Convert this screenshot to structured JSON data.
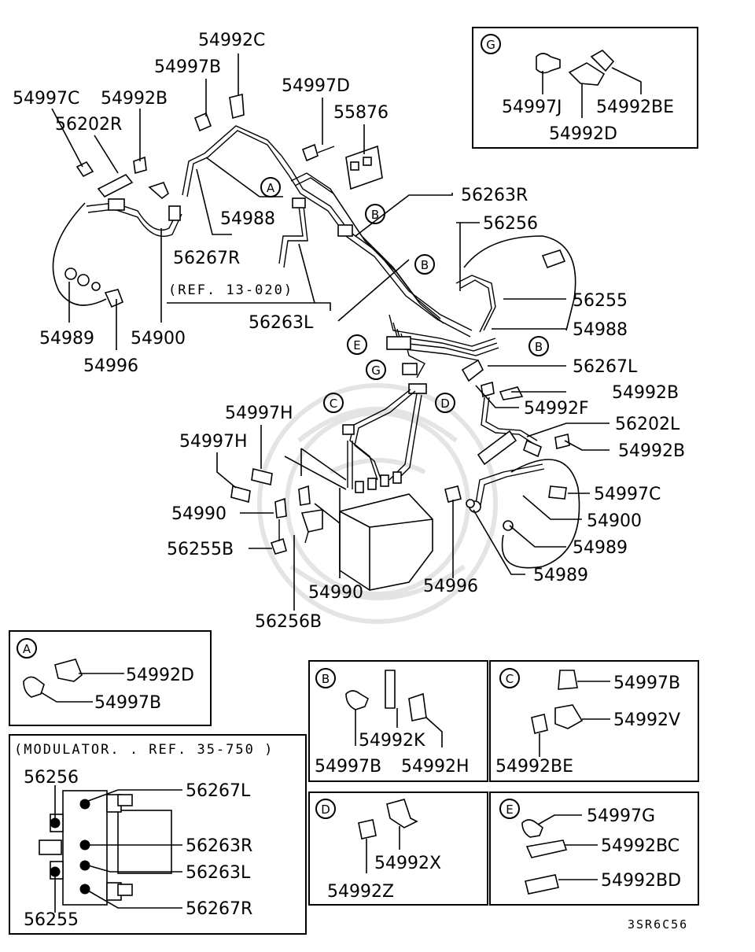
{
  "main_labels": [
    "54992C",
    "54997B",
    "54997C",
    "54992B",
    "56202R",
    "54997D",
    "55876",
    "56263R",
    "56256",
    "54988",
    "56267R",
    "54989",
    "54900",
    "54996",
    "56263L",
    "56255",
    "54988",
    "56267L",
    "54992B",
    "54992F",
    "56202L",
    "54992B",
    "54997C",
    "54900",
    "54989",
    "54997H",
    "54997H",
    "54990",
    "56255B",
    "54990",
    "56256B",
    "54996",
    "54989"
  ],
  "circle_refs": [
    "A",
    "B",
    "B",
    "E",
    "B",
    "G",
    "C",
    "D"
  ],
  "reference_note": "(REF. 13-020)",
  "inset_g": {
    "letter": "G",
    "labels": [
      "54997J",
      "54992BE",
      "54992D"
    ]
  },
  "inset_a": {
    "letter": "A",
    "labels": [
      "54992D",
      "54997B"
    ]
  },
  "inset_b": {
    "letter": "B",
    "labels": [
      "54997B",
      "54992K",
      "54992H"
    ]
  },
  "inset_c": {
    "letter": "C",
    "labels": [
      "54997B",
      "54992V",
      "54992BE"
    ]
  },
  "inset_d": {
    "letter": "D",
    "labels": [
      "54992X",
      "54992Z"
    ]
  },
  "inset_e": {
    "letter": "E",
    "labels": [
      "54997G",
      "54992BC",
      "54992BD"
    ]
  },
  "modulator": {
    "title": "(MODULATOR. . REF. 35-750 )",
    "labels": [
      "56256",
      "56267L",
      "56263R",
      "56263L",
      "56255",
      "56267R"
    ]
  },
  "diagram_code": "3SR6C56"
}
